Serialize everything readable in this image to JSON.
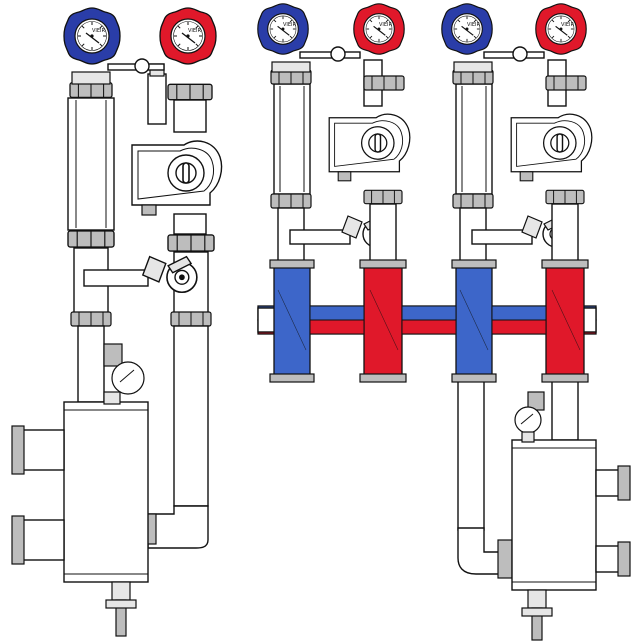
{
  "diagram": {
    "colors": {
      "cold": "#2a3da8",
      "cold_light": "#3d66c9",
      "hot": "#e0182a",
      "hot_dark": "#b5101e",
      "metal": "#bdbdbd",
      "outline": "#111111"
    },
    "gauge_brand": "VIEIR",
    "units": [
      {
        "id": "unit-left",
        "icon": "pump-group-with-hydraulic-separator"
      },
      {
        "id": "unit-middle",
        "icon": "pump-group-on-manifold"
      },
      {
        "id": "unit-right",
        "icon": "pump-group-on-manifold-with-separator"
      }
    ],
    "manifold": {
      "icon": "distribution-manifold-hot-cold"
    }
  }
}
